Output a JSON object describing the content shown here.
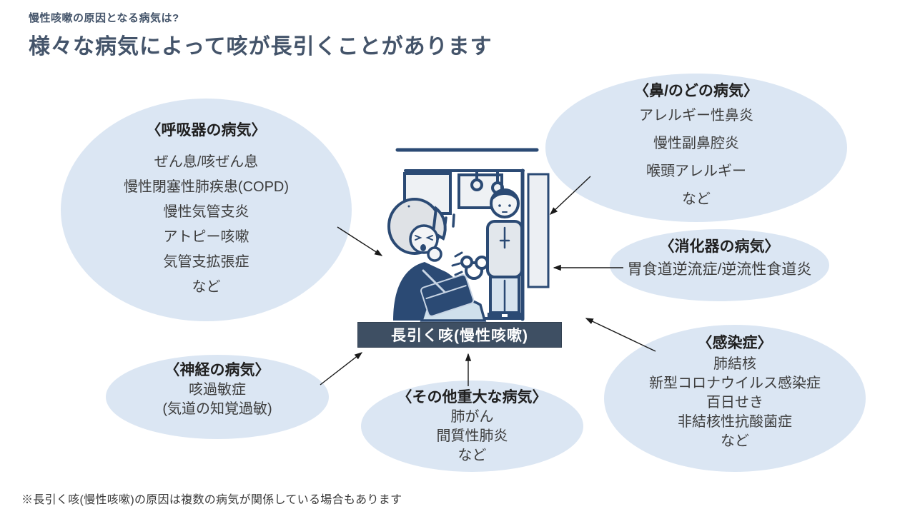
{
  "header": {
    "kicker": "慢性咳嗽の原因となる病気は?",
    "title": "様々な病気によって咳が長引くことがあります"
  },
  "bubbles": [
    {
      "id": "respiratory",
      "title": "〈呼吸器の病気〉",
      "items": [
        "ぜん息/咳ぜん息",
        "慢性閉塞性肺疾患(COPD)",
        "慢性気管支炎",
        "アトピー咳嗽",
        "気管支拡張症",
        "など"
      ]
    },
    {
      "id": "nose-throat",
      "title": "〈鼻/のどの病気〉",
      "items": [
        "アレルギー性鼻炎",
        "慢性副鼻腔炎",
        "喉頭アレルギー",
        "など"
      ]
    },
    {
      "id": "digestive",
      "title": "〈消化器の病気〉",
      "items": [
        "胃食道逆流症/逆流性食道炎"
      ]
    },
    {
      "id": "infection",
      "title": "〈感染症〉",
      "items": [
        "肺結核",
        "新型コロナウイルス感染症",
        "百日せき",
        "非結核性抗酸菌症",
        "など"
      ]
    },
    {
      "id": "nervous",
      "title": "〈神経の病気〉",
      "items": [
        "咳過敏症",
        "(気道の知覚過敏)"
      ]
    },
    {
      "id": "other-serious",
      "title": "〈その他重大な病気〉",
      "items": [
        "肺がん",
        "間質性肺炎",
        "など"
      ]
    }
  ],
  "center": {
    "label": "長引く咳(慢性咳嗽)",
    "illustration": "woman-coughing-in-train-with-bystander"
  },
  "footnote": "※長引く咳(慢性咳嗽)の原因は複数の病気が関係している場合もあります",
  "colors": {
    "bubble_fill": "#dbe6f3",
    "heading_accent": "#44546a",
    "center_box_fill": "#3e4f63",
    "center_box_text": "#ffffff",
    "body_text": "#3d3d3d",
    "illustration_line": "#2b4a74",
    "arrow": "#1a1a1a"
  }
}
